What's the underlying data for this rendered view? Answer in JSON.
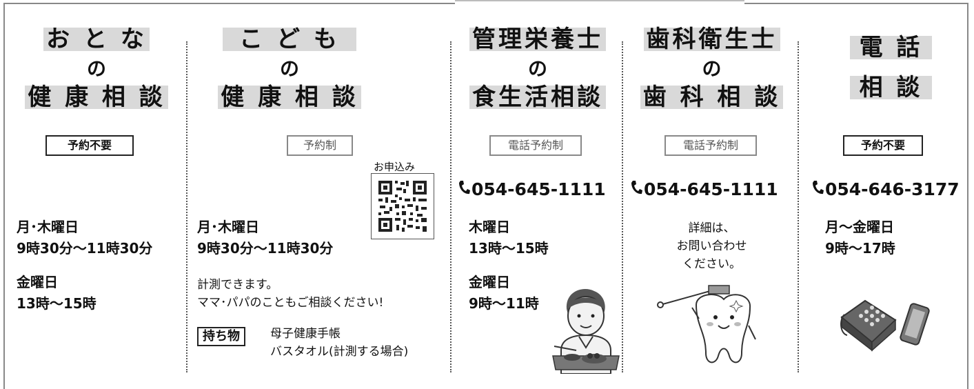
{
  "columns": {
    "adult": {
      "title_top": "お と な",
      "no": "の",
      "title_bottom": "健 康 相 談",
      "badge": "予約不要",
      "schedule1_day": "月･木曜日",
      "schedule1_time": "9時30分～11時30分",
      "schedule2_day": "金曜日",
      "schedule2_time": "13時～15時"
    },
    "child": {
      "title_top": "こ ど も",
      "no": "の",
      "title_bottom": "健 康 相 談",
      "badge": "予約制",
      "qr_label": "お申込み",
      "schedule1_day": "月･木曜日",
      "schedule1_time": "9時30分～11時30分",
      "note1": "計測できます。",
      "note2": "ママ･パパのこともご相談ください!",
      "carry_label": "持ち物",
      "carry1": "母子健康手帳",
      "carry2": "バスタオル(計測する場合)"
    },
    "nutrition": {
      "title_top": "管理栄養士",
      "no": "の",
      "title_bottom": "食生活相談",
      "badge": "電話予約制",
      "phone": "054-645-1111",
      "schedule1_day": "木曜日",
      "schedule1_time": "13時～15時",
      "schedule2_day": "金曜日",
      "schedule2_time": "9時～11時"
    },
    "dental": {
      "title_top": "歯科衛生士",
      "no": "の",
      "title_bottom": "歯 科 相 談",
      "badge": "電話予約制",
      "phone": "054-645-1111",
      "note1": "詳細は、",
      "note2": "お問い合わせ",
      "note3": "ください。"
    },
    "phone_consult": {
      "title_top": "電 話",
      "title_bottom": "相 談",
      "badge": "予約不要",
      "phone": "054-646-3177",
      "schedule1_day": "月～金曜日",
      "schedule1_time": "9時～17時"
    }
  },
  "icons": [
    "phone-handset-icon",
    "qr-code",
    "man-eating-illustration",
    "tooth-brush-illustration",
    "telephone-illustration",
    "smartphone-illustration"
  ]
}
